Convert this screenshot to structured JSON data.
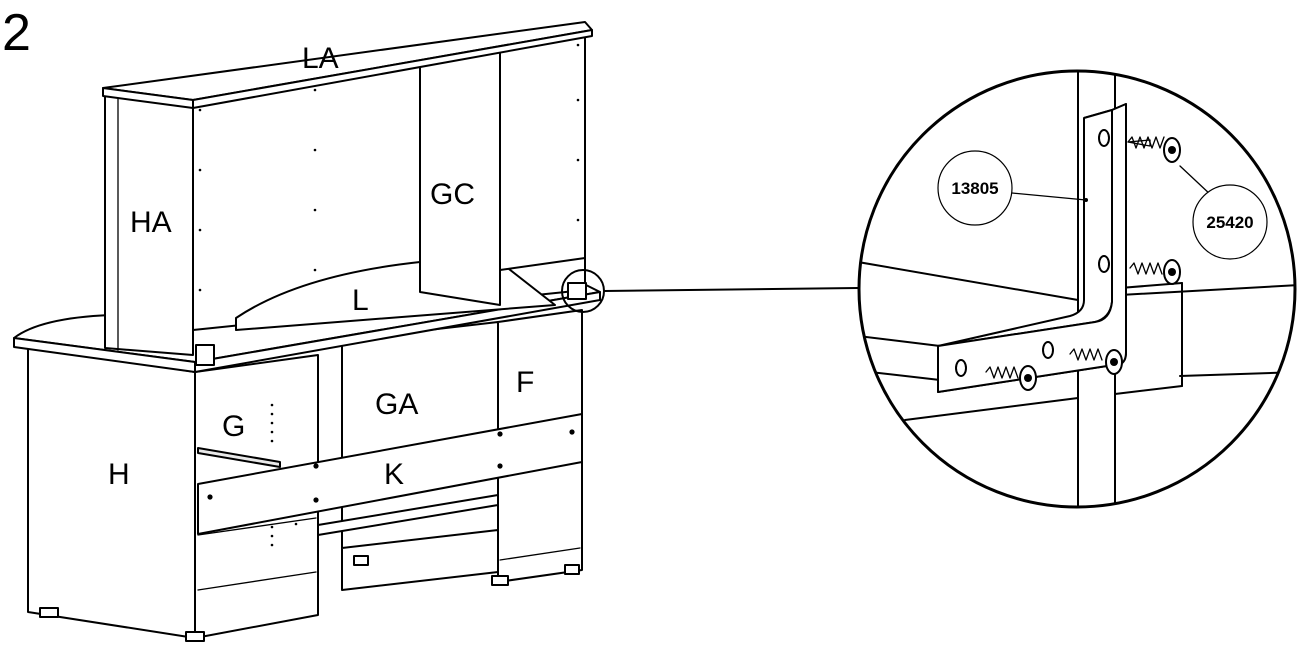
{
  "step": {
    "number": "2"
  },
  "parts": {
    "LA": "LA",
    "HA": "HA",
    "GC": "GC",
    "L": "L",
    "G": "G",
    "GA": "GA",
    "F": "F",
    "H": "H",
    "K": "K"
  },
  "detail": {
    "bracket_code": "13805",
    "screw_code": "25420"
  }
}
